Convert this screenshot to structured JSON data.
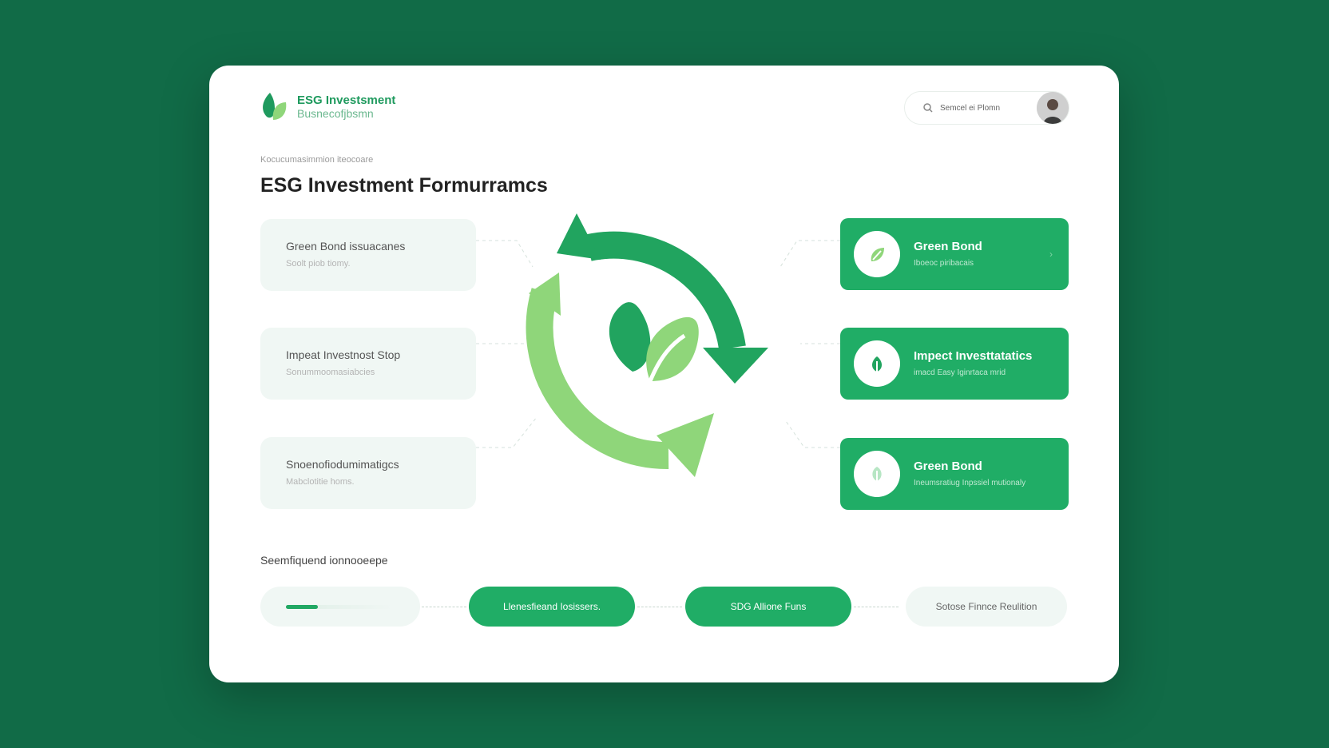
{
  "brand": {
    "name": "ESG Investsment",
    "subtitle": "Busnecofjbsmn"
  },
  "search": {
    "label": "Semcel ei Plomn"
  },
  "breadcrumb": "Kocucumasimmion iteocoare",
  "page_title": "ESG Investment Formurramcs",
  "left_cards": [
    {
      "title": "Green Bond issuacanes",
      "subtitle": "Soolt piob tiomy."
    },
    {
      "title": "Impeat Investnost Stop",
      "subtitle": "Sonummoomasiabcies"
    },
    {
      "title": "Snoenofiodumimatigcs",
      "subtitle": "Mabclotitie homs."
    }
  ],
  "right_cards": [
    {
      "title": "Green Bond",
      "subtitle": "Iboeoc piribacais"
    },
    {
      "title": "Impect Investtatatics",
      "subtitle": "imacd Easy Iginrtaca mrid"
    },
    {
      "title": "Green Bond",
      "subtitle": "Ineumsratiug Inpssiel mutionaly"
    }
  ],
  "section_label": "Seemfiquend ionnooeepe",
  "progress": {
    "value": 0.3
  },
  "pills": [
    {
      "label": "Llenesfieand Iosissers."
    },
    {
      "label": "SDG Allione Funs"
    },
    {
      "label": "Sotose Finnce Reulition"
    }
  ],
  "colors": {
    "background": "#116b47",
    "accent": "#20ad66",
    "dark_arrow": "#21a45f",
    "light_arrow": "#8fd67a",
    "card_light": "#f0f7f4"
  },
  "icons": [
    "leaf-logo-icon",
    "search-icon",
    "avatar",
    "recycle-arrows-icon",
    "leaf-icon"
  ]
}
